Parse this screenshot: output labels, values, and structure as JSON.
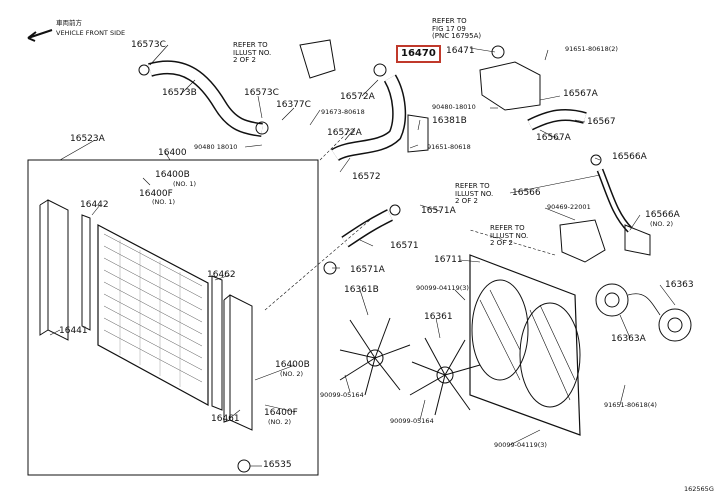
{
  "header": {
    "front_label_jp": "車両前方",
    "front_label": "VEHICLE FRONT SIDE"
  },
  "highlight": {
    "part": "16470",
    "color": "#c0392b"
  },
  "references": {
    "fig": "REFER TO\nFIG 17 09\n(PNC 16795A)",
    "illust_top": "REFER TO\nILLUST NO.\n2 OF 2",
    "illust_mid": "REFER TO\nILLUST NO.\n2 OF 2",
    "illust_low": "REFER TO\nILLUST NO.\n2 OF 2"
  },
  "parts": {
    "p16573C": "16573C",
    "p16573B": "16573B",
    "p16573C_b": "16573C",
    "p16377C": "16377C",
    "p91673": "91673-80618",
    "p16572A": "16572A",
    "p16572A_b": "16572A",
    "p16572": "16572",
    "p16471": "16471",
    "p91651_top": "91651-80618(2)",
    "p90480_a": "90480-18010",
    "p16567A": "16567A",
    "p16381B": "16381B",
    "p16567": "16567",
    "p91651_mid": "91651-80618",
    "p16567A_b": "16567A",
    "p90480_b": "90480 18010",
    "p16523A": "16523A",
    "p16400": "16400",
    "p16566A": "16566A",
    "p16400B": "16400B",
    "p16400B_q": "(NO. 1)",
    "p16400F": "16400F",
    "p16400F_q": "(NO. 1)",
    "p16442": "16442",
    "p16571A": "16571A",
    "p16566": "16566",
    "p90469": "90469-22001",
    "p16566A_b": "16566A",
    "p16566A_b_q": "(NO. 2)",
    "p16571": "16571",
    "p16711": "16711",
    "p16571A_b": "16571A",
    "p16462": "16462",
    "p90099_top": "90099-04119(3)",
    "p16361B": "16361B",
    "p16363": "16363",
    "p16361": "16361",
    "p16363A": "16363A",
    "p16441": "16441",
    "p16400B_b": "16400B",
    "p16400B_b_q": "(NO. 2)",
    "p90099_mid": "90099-05164",
    "p91651_bot": "91651-80618(4)",
    "p90099_low": "90099-05164",
    "p16400F_b": "16400F",
    "p16400F_b_q": "(NO. 2)",
    "p16461": "16461",
    "p90099_bot": "90099-04119(3)",
    "p16535": "16535",
    "catalog": "162565G"
  }
}
